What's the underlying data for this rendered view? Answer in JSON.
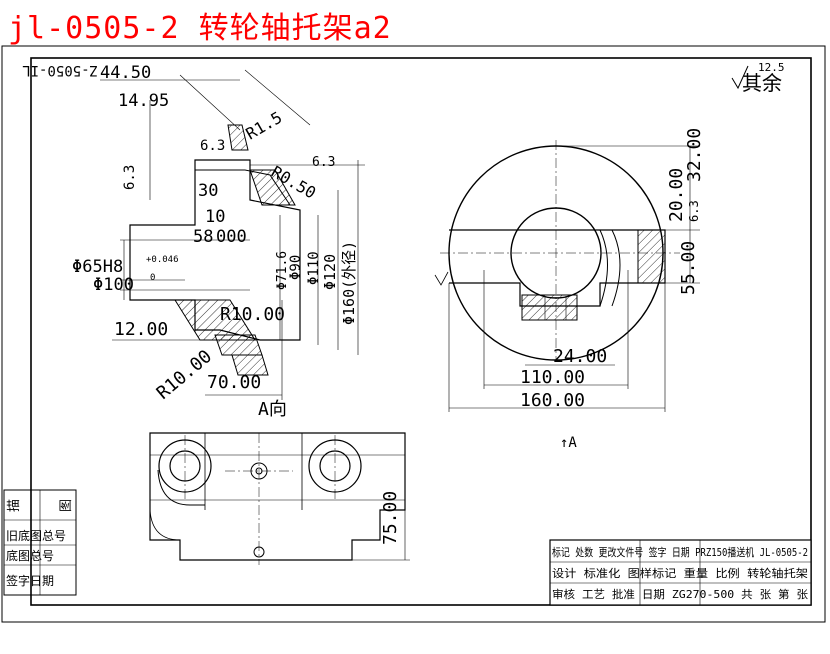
{
  "title": "jl-0505-2 转轮轴托架a2",
  "notes": {
    "roughness_other": "其余",
    "roughness_value": "12.5",
    "view_label": "A向",
    "view_arrow": "↑A",
    "code_rotated": "Z-5050-IL"
  },
  "dims_left": {
    "d_44_50": "44.50",
    "d_14_95": "14.95",
    "d_6_3a": "6.3",
    "d_6_3b": "6.3",
    "d_6_3c": "6.3",
    "d_r1_5": "R1.5",
    "d_r0_50": "R0.50",
    "d_30": "30",
    "d_10": "10",
    "d_58": "58",
    "d_000": "000",
    "phi65": "Φ65H8",
    "phi65_tol": "+0.046",
    "phi65_tol0": "0",
    "phi100": "Φ100",
    "d_12": "12.00",
    "r10a": "R10.00",
    "r10b": "R10.00",
    "d_70": "70.00",
    "phi_v1": "Φ71.6",
    "phi_v2": "Φ90",
    "phi_v3": "Φ110",
    "phi_v4": "Φ120",
    "phi160": "Φ160(外径)"
  },
  "dims_right": {
    "d_32": "32.00",
    "d_20": "20.00",
    "d_6_3": "6.3",
    "d_55": "55.00",
    "d_24": "24.00",
    "d_110": "110.00",
    "d_160": "160.00"
  },
  "dims_bottom": {
    "d_75": "75.00"
  },
  "left_table": {
    "labels": [
      "描",
      "图",
      "旧底图总号",
      "底图总号",
      "签字日期"
    ]
  },
  "title_block": {
    "row1": "标记 处数 更改文件号 签字 日期 PRZ150播送机 JL-0505-2",
    "row2": "设计 标准化 图样标记 重量 比例 转轮轴托架",
    "row3": "审核 工艺 批准 日期 ZG270-500 共 张 第 张"
  }
}
